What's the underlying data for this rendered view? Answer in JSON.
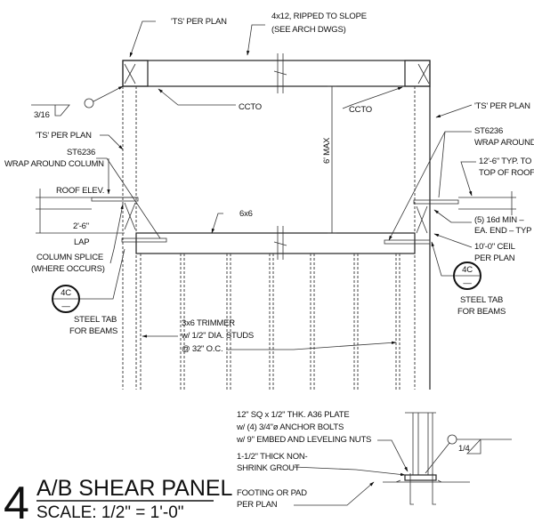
{
  "title": {
    "number": "4",
    "name": "A/B SHEAR PANEL",
    "scale": "SCALE: 1/2\" = 1'-0\""
  },
  "labels": {
    "ts_top": "'TS' PER PLAN",
    "beam_top_1": "4x12, RIPPED TO SLOPE",
    "beam_top_2": "(SEE ARCH DWGS)",
    "ccto_left": "CCTO",
    "ccto_right": "CCTO",
    "ts_right": "'TS' PER PLAN",
    "weld_left": "3/16",
    "ts_left": "'TS' PER PLAN",
    "st_left_1": "ST6236",
    "st_left_2": "WRAP AROUND COLUMN",
    "roof_elev": "ROOF ELEV.",
    "lap_dim": "2'-6\"",
    "lap": "LAP",
    "splice_1": "COLUMN SPLICE",
    "splice_2": "(WHERE OCCURS)",
    "bubble_left_top": "4C",
    "bubble_left_bottom": "—",
    "tab_left_1": "STEEL TAB",
    "tab_left_2": "FOR BEAMS",
    "beam_6x6": "6x6",
    "max_dim": "6' MAX",
    "st_right_1": "ST6236",
    "st_right_2": "WRAP AROUND",
    "roof_right_1": "12'-6\" TYP. TO",
    "roof_right_2": "TOP OF ROOF",
    "nails_1": "(5) 16d MIN –",
    "nails_2": "EA. END – TYP",
    "ceil_1": "10'-0\" CEIL",
    "ceil_2": "PER PLAN",
    "bubble_right_top": "4C",
    "bubble_right_bottom": "—",
    "tab_right_1": "STEEL TAB",
    "tab_right_2": "FOR BEAMS",
    "trimmer_1": "3x6 TRIMMER",
    "trimmer_2": "w/ 1/2\" DIA. STUDS",
    "trimmer_3": "@ 32\" O.C.",
    "plate_1": "12\" SQ x 1/2\" THK. A36 PLATE",
    "plate_2": "w/ (4) 3/4\"ø ANCHOR BOLTS",
    "plate_3": "w/ 9\" EMBED AND LEVELING NUTS",
    "grout_1": "1-1/2\" THICK NON-",
    "grout_2": "SHRINK GROUT",
    "footing_1": "FOOTING OR PAD",
    "footing_2": "PER PLAN",
    "weld_base": "1/4"
  }
}
